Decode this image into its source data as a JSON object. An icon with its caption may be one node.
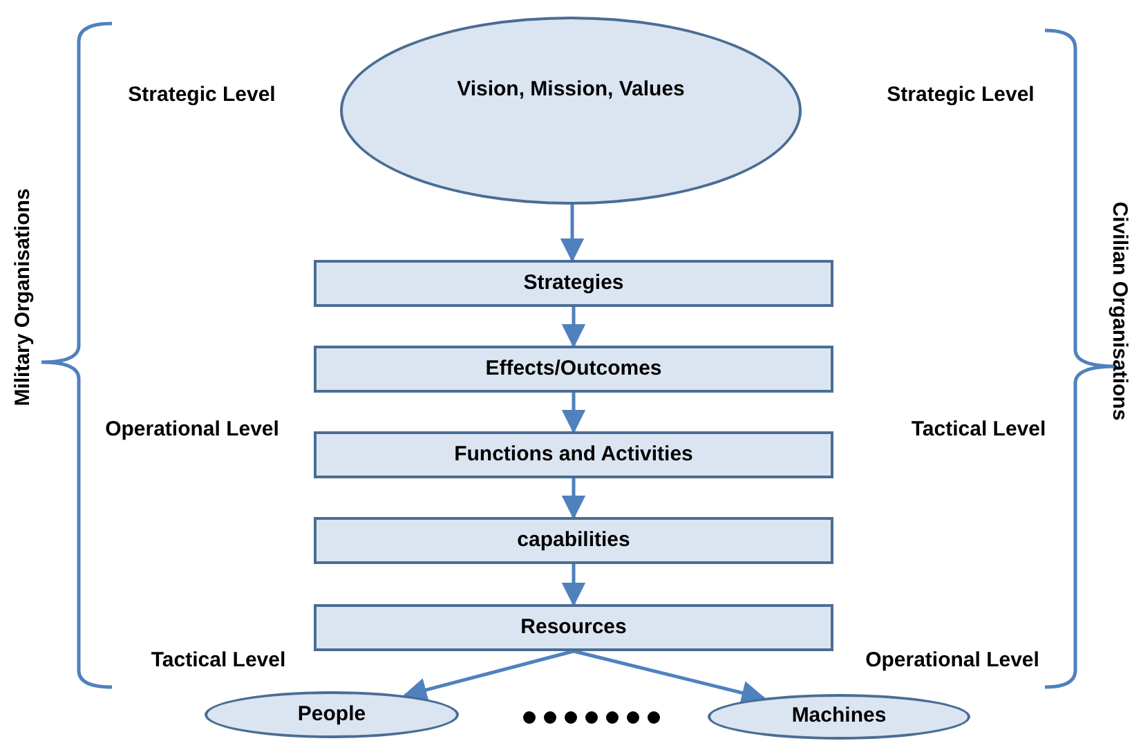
{
  "diagram": {
    "nodes": [
      {
        "text": [
          "Vision, Mission, Values"
        ]
      },
      {
        "text": [
          "Strategies"
        ]
      },
      {
        "text": [
          "Effects/Outcomes"
        ]
      },
      {
        "text": [
          "Functions and Activities"
        ]
      },
      {
        "text": [
          "capabilities"
        ]
      },
      {
        "text": [
          "Resources"
        ]
      },
      {
        "text": [
          "People"
        ]
      },
      {
        "text": [
          "Machines"
        ]
      }
    ],
    "edges": [
      {
        "from": 0,
        "to": 1,
        "arrow": "to"
      },
      {
        "from": 1,
        "to": 2,
        "arrow": "to"
      },
      {
        "from": 2,
        "to": 3,
        "arrow": "to"
      },
      {
        "from": 3,
        "to": 4,
        "arrow": "to"
      },
      {
        "from": 4,
        "to": 5,
        "arrow": "to"
      },
      {
        "from": 5,
        "to": 6,
        "arrow": "to"
      },
      {
        "from": 5,
        "to": 7,
        "arrow": "to"
      }
    ],
    "labels": [
      "Strategic Level",
      "Strategic Level",
      "Military Organisations",
      "Civilian Organisations",
      "Operational Level",
      "Tactical Level",
      "Tactical Level",
      "Operational Level"
    ]
  }
}
